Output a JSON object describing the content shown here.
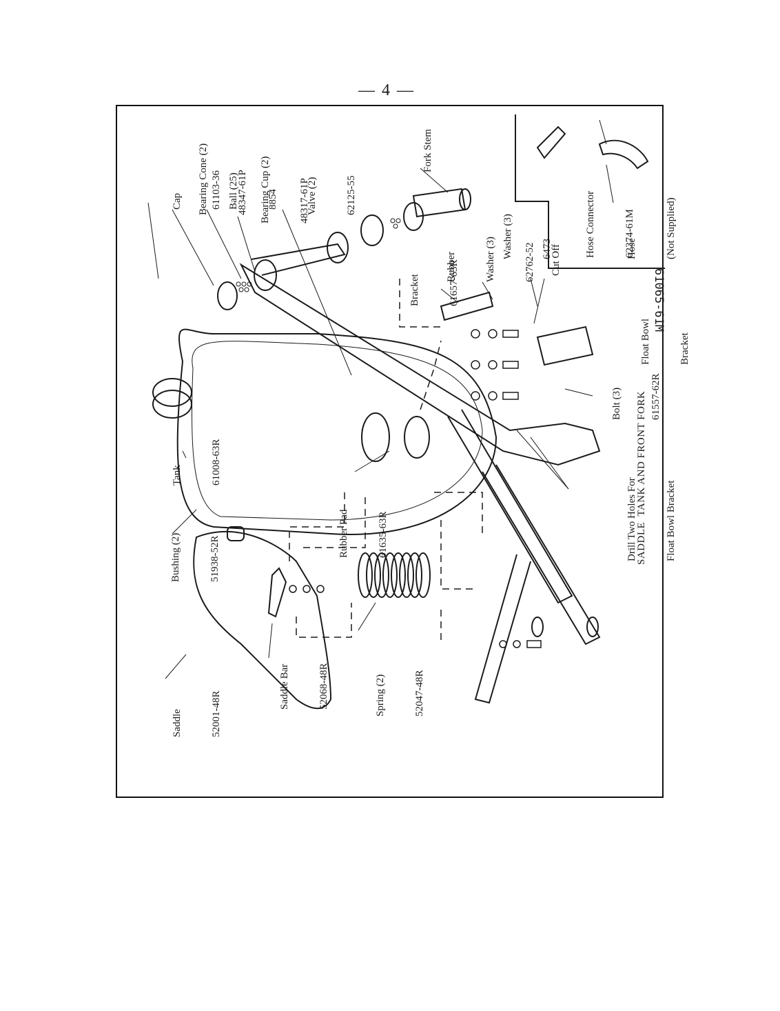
{
  "page": {
    "number": "— 4 —",
    "caption": "SADDLE  TANK AND FRONT FORK",
    "handwritten_number": "61065-61M"
  },
  "labels": {
    "cap": {
      "name": "Cap",
      "part": "61103-36"
    },
    "bearing_cone": {
      "name": "Bearing Cone (2)",
      "part": "48347-61P"
    },
    "ball": {
      "name": "Ball (25)",
      "part": "8854"
    },
    "bearing_cup": {
      "name": "Bearing Cup (2)",
      "part": "48317-61P"
    },
    "valve": {
      "name": "Valve (2)",
      "part": "62125-55"
    },
    "fork_stem": {
      "name": "Fork Stem"
    },
    "bracket": {
      "name": "Bracket",
      "part": "61657-63R"
    },
    "rubber_washer": {
      "name1": "Rubber",
      "name2": "Washer (3)",
      "part": "62762-52"
    },
    "washer": {
      "name": "Washer (3)",
      "part": "6473"
    },
    "cut_off": {
      "name": "Cut Off"
    },
    "hose_connector": {
      "name": "Hose Connector",
      "part": "62374-61M"
    },
    "hose": {
      "name": "Hose",
      "note": "(Not Supplied)"
    },
    "float_bowl_bracket": {
      "name1": "Float Bowl",
      "name2": "Bracket"
    },
    "bolt": {
      "name": "Bolt (3)",
      "part": "61557-62R"
    },
    "tank": {
      "name": "Tank",
      "part": "61008-63R"
    },
    "rubber_pad": {
      "name": "Rubber Pad",
      "part": "61635-63R"
    },
    "drill_note": {
      "line1": "Drill Two Holes For",
      "line2": "Float Bowl Bracket"
    },
    "bushing": {
      "name": "Bushing (2)",
      "part": "51938-52R"
    },
    "saddle_bar": {
      "name": "Saddle Bar",
      "part": "52068-48R"
    },
    "spring": {
      "name": "Spring (2)",
      "part": "52047-48R"
    },
    "saddle": {
      "name": "Saddle",
      "part": "52001-48R"
    }
  }
}
